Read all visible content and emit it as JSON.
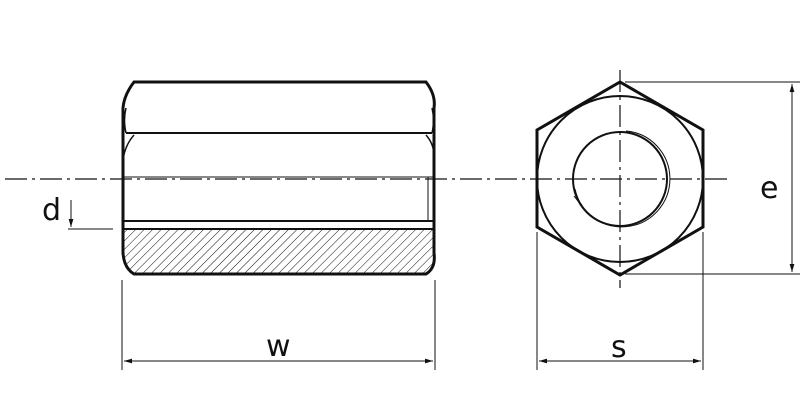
{
  "labels": {
    "diameter": "d",
    "length": "w",
    "width_across_flats": "s",
    "width_across_corners": "e"
  },
  "colors": {
    "line": "#111111",
    "hatch": "#111111",
    "background": "#ffffff"
  }
}
